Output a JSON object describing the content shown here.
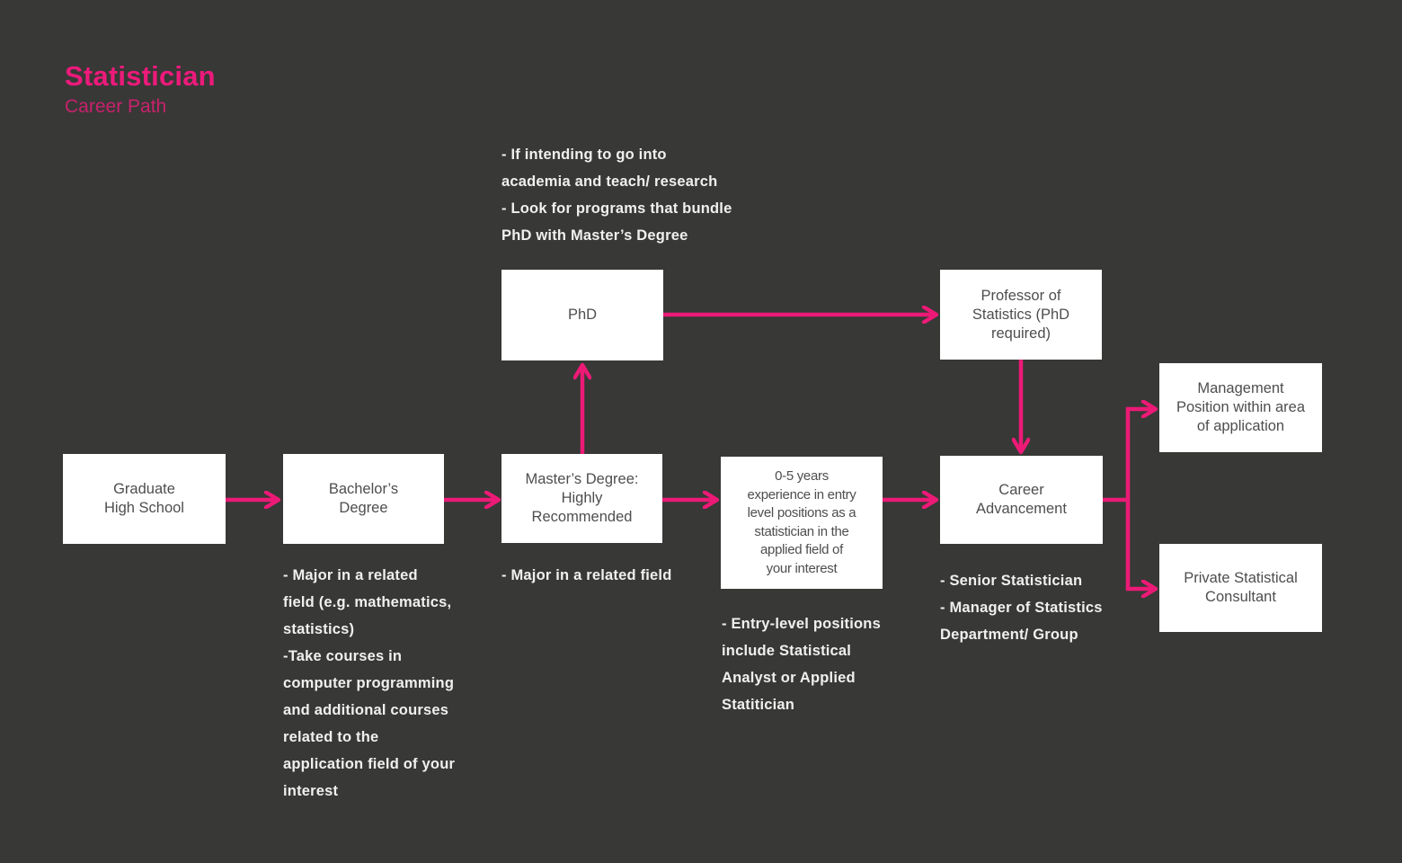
{
  "colors": {
    "background": "#383836",
    "accent": "#ec1a76",
    "title": "#ed1a7b",
    "subtitle": "#c9216d",
    "box_background": "#ffffff",
    "box_text": "#4e4e50",
    "note_text": "#f0f0f0"
  },
  "header": {
    "title": "Statistician",
    "subtitle": "Career Path"
  },
  "nodes": {
    "graduate": {
      "label": "Graduate\nHigh School"
    },
    "bachelors": {
      "label": "Bachelor’s\nDegree"
    },
    "masters": {
      "label": "Master’s Degree:\nHighly\nRecommended"
    },
    "phd": {
      "label": "PhD"
    },
    "experience": {
      "label": "0-5 years\nexperience in entry\nlevel positions as a\nstatistician in the\napplied field of\nyour interest"
    },
    "career": {
      "label": "Career\nAdvancement"
    },
    "professor": {
      "label": "Professor of\nStatistics (PhD\nrequired)"
    },
    "management": {
      "label": "Management\nPosition within area\nof application"
    },
    "private_consultant": {
      "label": "Private Statistical\nConsultant"
    }
  },
  "notes": {
    "phd_note": "- If intending to go into\nacademia and teach/ research\n- Look for programs that bundle\nPhD with Master’s Degree",
    "bachelors_note": "- Major in a related\nfield (e.g. mathematics,\nstatistics)\n-Take courses in\ncomputer programming\nand additional courses\nrelated to the\napplication field of your\ninterest",
    "masters_note": "- Major in a related field",
    "experience_note": "- Entry-level positions\ninclude Statistical\nAnalyst or Applied\nStatitician",
    "career_note": "- Senior Statistician\n- Manager of Statistics\nDepartment/ Group"
  },
  "edges": [
    {
      "from": "graduate",
      "to": "bachelors"
    },
    {
      "from": "bachelors",
      "to": "masters"
    },
    {
      "from": "masters",
      "to": "phd"
    },
    {
      "from": "masters",
      "to": "experience"
    },
    {
      "from": "phd",
      "to": "professor"
    },
    {
      "from": "professor",
      "to": "career"
    },
    {
      "from": "experience",
      "to": "career"
    },
    {
      "from": "career",
      "to": "management"
    },
    {
      "from": "career",
      "to": "private_consultant"
    }
  ]
}
